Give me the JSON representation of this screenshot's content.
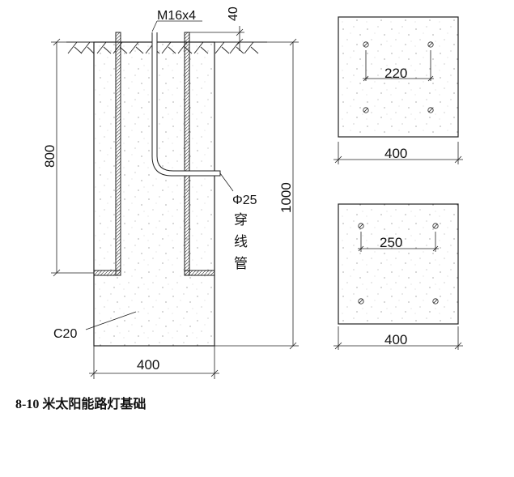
{
  "drawing": {
    "bolt_label": "M16x4",
    "dim_top": "40",
    "dim_depth": "800",
    "dim_total": "1000",
    "conduit_label": "Φ25",
    "conduit_text": [
      "穿",
      "线",
      "管"
    ],
    "concrete_label": "C20",
    "dim_width_section": "400",
    "plan_a": {
      "spacing": "220",
      "width": "400"
    },
    "plan_b": {
      "spacing": "250",
      "width": "400"
    }
  },
  "caption": "8-10 米太阳能路灯基础"
}
